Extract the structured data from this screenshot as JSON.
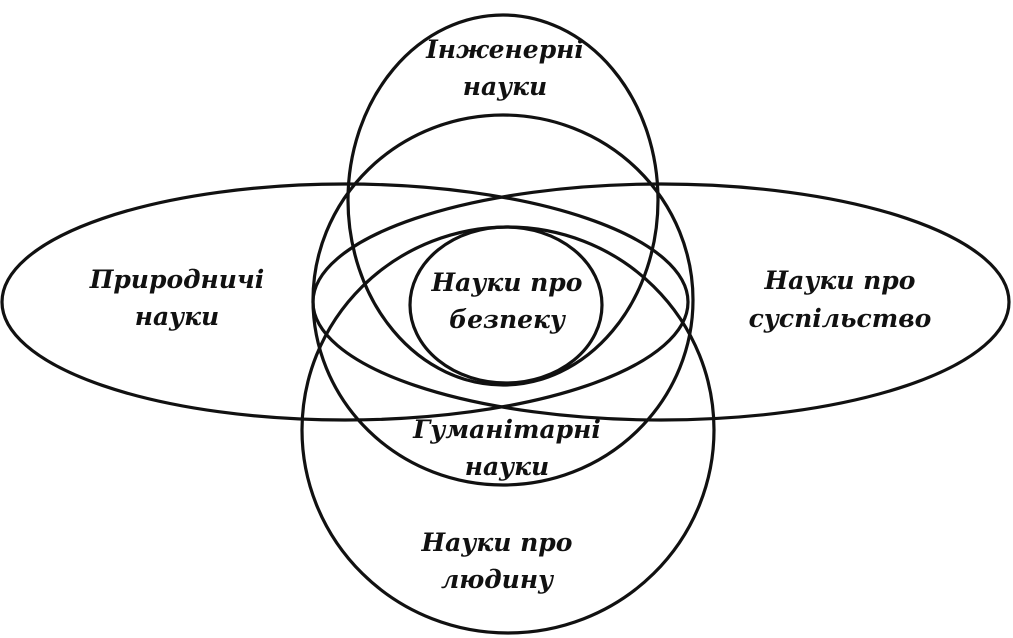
{
  "diagram": {
    "labels": {
      "engineering_line1": "Інженерні",
      "engineering_line2": "науки",
      "natural_line1": "Природничі",
      "natural_line2": "науки",
      "safety_line1": "Науки про",
      "safety_line2": "безпеку",
      "society_line1": "Науки про",
      "society_line2": "суспільство",
      "humanities_line1": "Гуманітарні",
      "humanities_line2": "науки",
      "human_line1": "Науки про",
      "human_line2": "людину"
    }
  }
}
